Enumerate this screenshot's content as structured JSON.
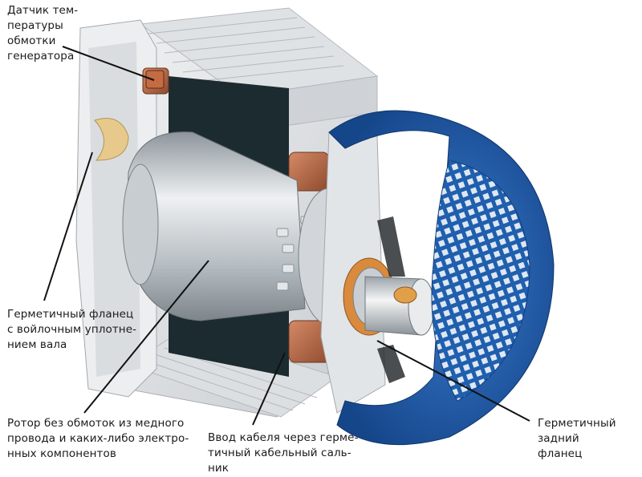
{
  "labels": {
    "temp_sensor": "Датчик тем-\nпературы\nобмотки\nгенератора",
    "sealed_flange": "Герметичный фланец\nс войлочным уплотне-\nнием вала",
    "rotor": "Ротор без обмоток из медного\nпровода и каких-либо электро-\nнных компонентов",
    "cable_entry": "Ввод кабеля через герме-\nтичный кабельный саль-\nник",
    "rear_flange": "Герметичный задний\nфланец"
  },
  "colors": {
    "housing": "#e6e8ea",
    "housing_shadow": "#c3c7cb",
    "stator_core": "#1c2b30",
    "winding": "#b0603e",
    "rotor": "#c9ced2",
    "fan_cover": "#1f5fae",
    "felt_seal": "#e7c98c",
    "bearing": "#d98a3c",
    "leader_line": "#111111"
  }
}
